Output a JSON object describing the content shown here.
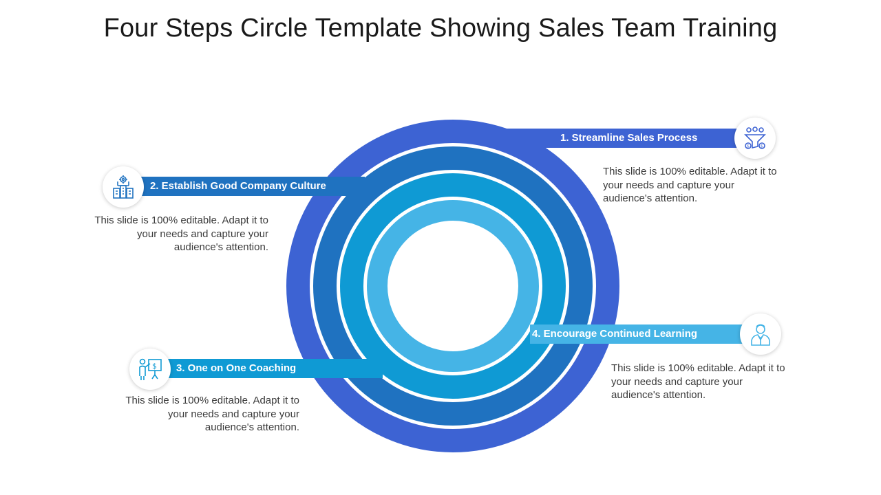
{
  "title": "Four Steps Circle Template Showing Sales Team Training",
  "colors": {
    "ring_outer": "#3d63d3",
    "ring_2": "#1f72c0",
    "ring_3": "#0f9ad4",
    "ring_inner": "#45b4e6",
    "banner_1": "#3d63d3",
    "banner_2": "#1f72c0",
    "banner_3": "#0f9ad4",
    "banner_4": "#45b4e6"
  },
  "steps": [
    {
      "label": "1.  Streamline Sales Process",
      "icon": "sales-funnel-icon",
      "description": [
        "This slide is 100% editable. Adapt it to",
        "your needs and capture your",
        "audience's attention."
      ]
    },
    {
      "label": "2.  Establish Good Company Culture",
      "icon": "company-culture-icon",
      "description": [
        "This slide is 100% editable. Adapt it to",
        "your needs and capture your",
        "audience's attention."
      ]
    },
    {
      "label": "3.  One on One Coaching",
      "icon": "coaching-presentation-icon",
      "description": [
        "This slide is 100% editable. Adapt it to",
        "your needs and capture your",
        "audience's attention."
      ]
    },
    {
      "label": "4.  Encourage Continued Learning",
      "icon": "learner-person-icon",
      "description": [
        "This slide is 100% editable. Adapt it to",
        "your needs and capture your",
        "audience's attention."
      ]
    }
  ]
}
